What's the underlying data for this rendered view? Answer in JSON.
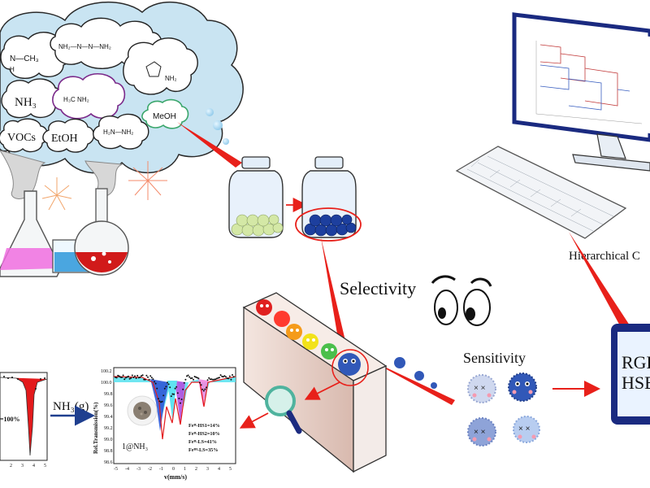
{
  "clouds": {
    "ethylamine": "N—CH₃",
    "ethylamine_h": "H",
    "diamine_chain": "NH₂—N—N—NH₂",
    "furfurylamine": "NH₂",
    "nh3": "NH₃",
    "isopropylamine": "H₃C  NH₂",
    "vocs": "VOCs",
    "etoh": "EtOH",
    "hydrazine": "H₂N—NH₂",
    "meoh": "MeOH"
  },
  "labels": {
    "selectivity": "Selectivity",
    "sensitivity": "Sensitivity",
    "hierarchical": "Hierarchical C",
    "rgb": "RGB",
    "hsb": "HSB",
    "nh3_gas": "NH₃(g)",
    "sample_label": "1@NH₃",
    "left_spectrum_label": "=100%"
  },
  "mossbauer": {
    "ylabel": "Rel.Transmission(%)",
    "xlabel": "v(mm/s)",
    "y_ticks": [
      "100.2",
      "100.0",
      "99.8",
      "99.6",
      "99.4",
      "99.2",
      "99.0",
      "98.8",
      "98.6"
    ],
    "x_ticks": [
      "-5",
      "-4",
      "-3",
      "-2",
      "-1",
      "0",
      "1",
      "2",
      "3",
      "4",
      "5"
    ],
    "legend": [
      "Feᴵᴵ-HS1=14%",
      "Feᴵᴵ-HS2=10%",
      "Feᴵᴵ-LS=41%",
      "Feᴵᴵᴵ-LS=35%"
    ],
    "left_x_ticks": [
      "2",
      "3",
      "4",
      "5"
    ]
  },
  "colors": {
    "arrow_red": "#e8201a",
    "cloud_fill": "#c9e4f2",
    "green_pellet": "#d4e8a6",
    "blue_pellet": "#1d3f9e",
    "fill_cyan": "#5fe3f0",
    "fill_red": "#e31a1c"
  }
}
